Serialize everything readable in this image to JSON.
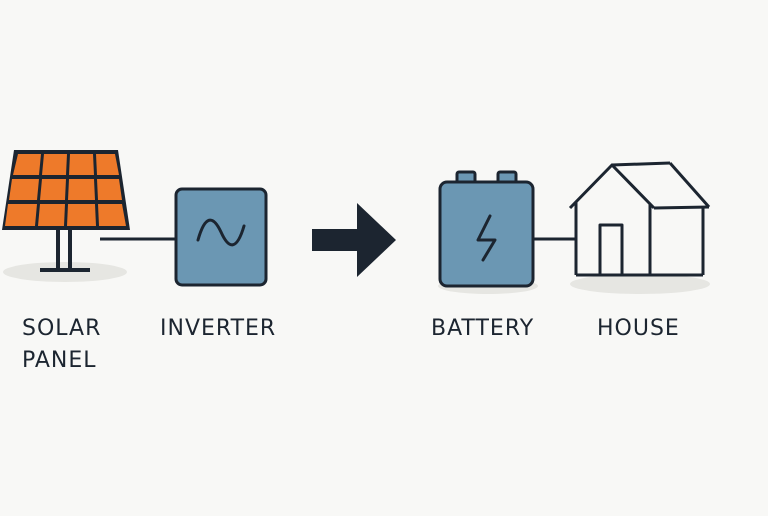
{
  "components": [
    {
      "id": "solar-panel",
      "label_line1": "SOLAR",
      "label_line2": "PANEL",
      "icon": "solar-panel-icon"
    },
    {
      "id": "inverter",
      "label": "INVERTER",
      "icon": "sine-wave-icon"
    },
    {
      "id": "battery",
      "label": "BATTERY",
      "icon": "lightning-bolt-icon"
    },
    {
      "id": "house",
      "label": "HOUSE",
      "icon": "house-icon"
    }
  ],
  "flow_arrow": {
    "icon": "arrow-right-icon"
  },
  "colors": {
    "panel_orange": "#ee7a2a",
    "panel_frame": "#1c2530",
    "box_blue": "#6b97b3",
    "stroke_dark": "#1c2530",
    "shadow_gray": "#e6e6e2",
    "background": "#f8f8f6"
  }
}
